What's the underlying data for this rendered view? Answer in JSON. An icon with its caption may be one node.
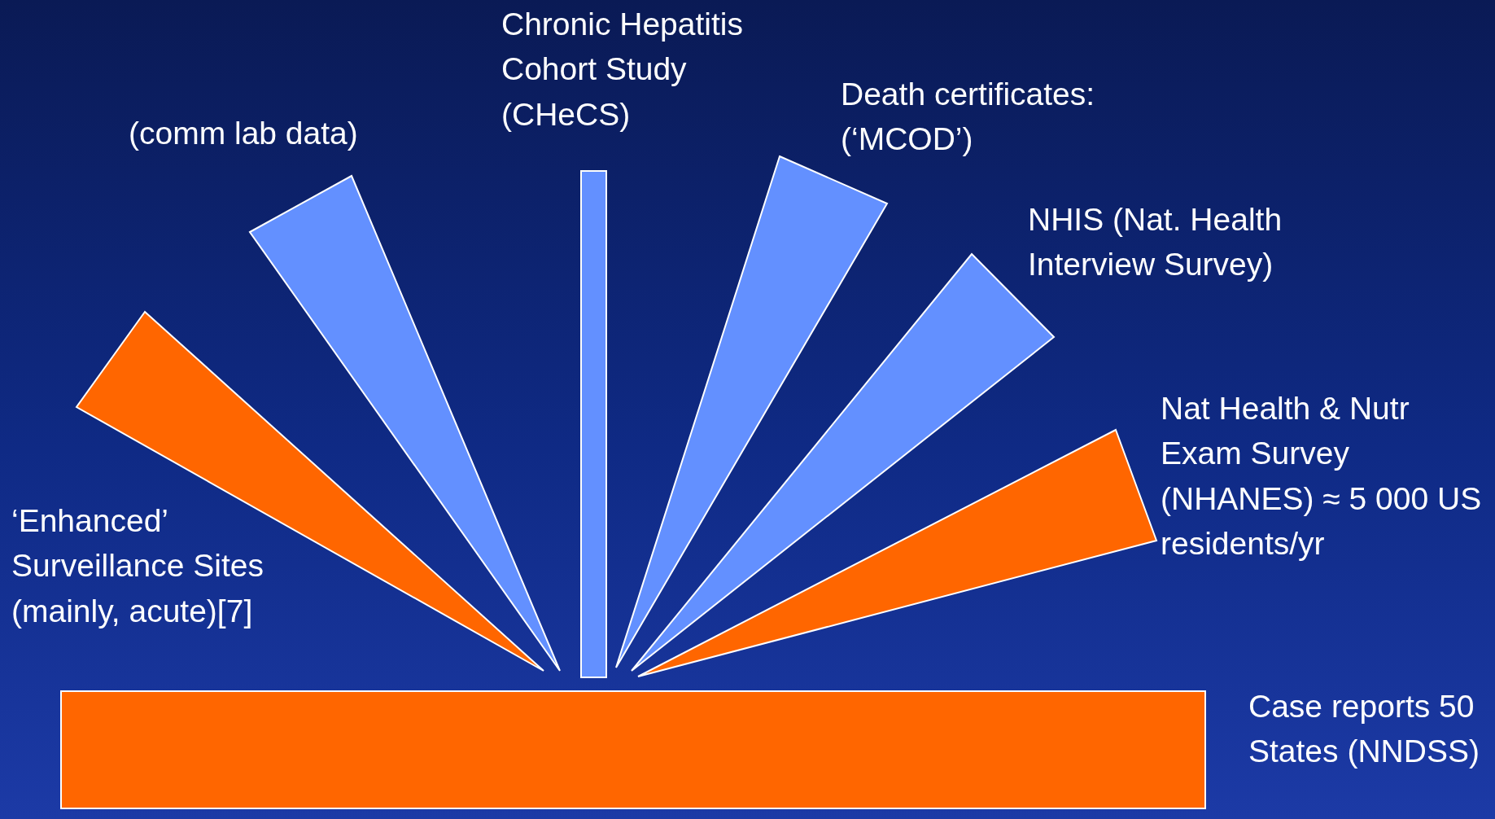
{
  "diagram": {
    "nodes": [
      {
        "text": [],
        "shape": "wedge",
        "beside": [
          "‘Enhanced’ Surveillance Sites (mainly, acute)[7]"
        ]
      },
      {
        "text": [],
        "shape": "wedge",
        "beside": [
          "(comm lab data)"
        ]
      },
      {
        "text": [],
        "shape": "bar",
        "beside": [
          "Chronic Hepatitis Cohort Study (CHeCS)"
        ]
      },
      {
        "text": [],
        "shape": "wedge",
        "beside": [
          "Death certificates: (‘MCOD’)"
        ]
      },
      {
        "text": [],
        "shape": "wedge",
        "beside": [
          "NHIS (Nat. Health Interview Survey)"
        ]
      },
      {
        "text": [],
        "shape": "wedge",
        "beside": [
          "Nat Health & Nutr Exam Survey (NHANES) ≈ 5 000 US residents/yr"
        ]
      },
      {
        "text": [],
        "shape": "bar",
        "beside": [
          "Case reports 50 States (NNDSS)"
        ]
      }
    ]
  }
}
